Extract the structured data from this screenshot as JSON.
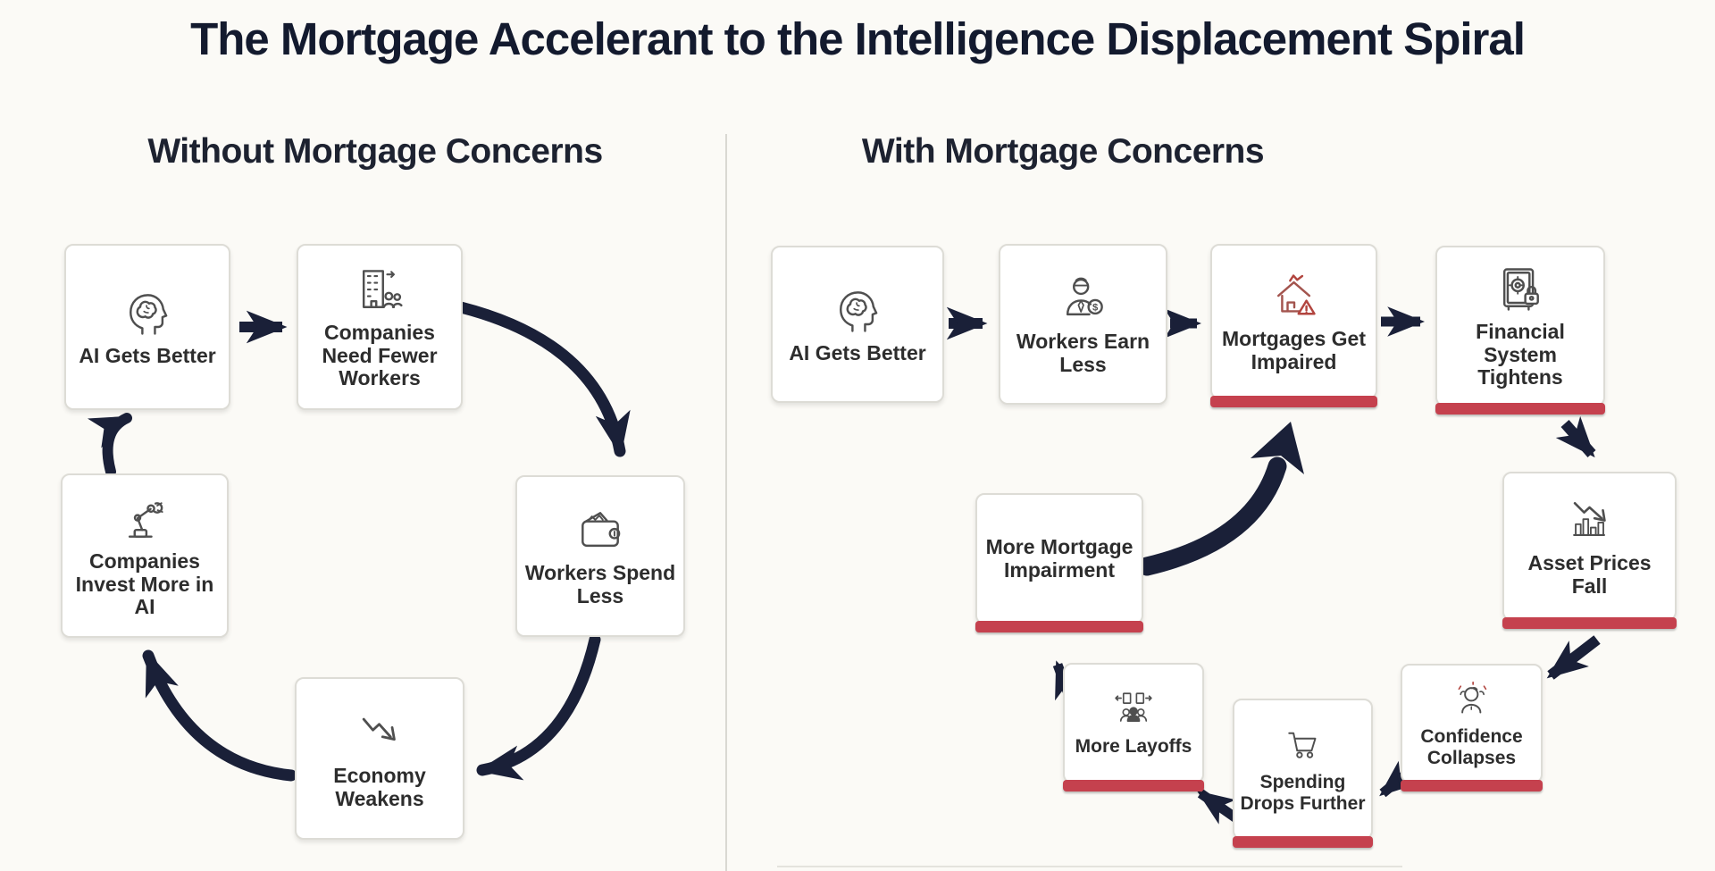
{
  "title": "The Mortgage Accelerant to the Intelligence Displacement Spiral",
  "left_panel": {
    "heading": "Without Mortgage Concerns",
    "nodes": [
      {
        "label": "AI Gets Better",
        "icon": "ai-brain-head-icon"
      },
      {
        "label": "Companies Need Fewer Workers",
        "icon": "company-building-icon"
      },
      {
        "label": "Workers Spend Less",
        "icon": "wallet-icon"
      },
      {
        "label": "Economy Weakens",
        "icon": "declining-arrow-icon"
      },
      {
        "label": "Companies Invest More in AI",
        "icon": "robot-arm-icon"
      }
    ]
  },
  "right_panel": {
    "heading": "With Mortgage Concerns",
    "nodes": [
      {
        "label": "AI Gets Better",
        "icon": "ai-brain-head-icon",
        "impaired": false
      },
      {
        "label": "Workers Earn Less",
        "icon": "worker-coin-icon",
        "impaired": false
      },
      {
        "label": "Mortgages Get Impaired",
        "icon": "damaged-house-icon",
        "impaired": true
      },
      {
        "label": "Financial System Tightens",
        "icon": "locked-vault-icon",
        "impaired": true
      },
      {
        "label": "Asset Prices Fall",
        "icon": "falling-chart-icon",
        "impaired": true
      },
      {
        "label": "Confidence Collapses",
        "icon": "stressed-person-icon",
        "impaired": true
      },
      {
        "label": "Spending Drops Further",
        "icon": "shopping-cart-icon",
        "impaired": true
      },
      {
        "label": "More Layoffs",
        "icon": "people-exit-icon",
        "impaired": true
      },
      {
        "label": "More Mortgage Impairment",
        "icon": null,
        "impaired": true
      }
    ]
  },
  "colors": {
    "arrow": "#1a2038",
    "impaired_bar": "#c5414e",
    "icon_stroke": "#4f4f4f",
    "impaired_icon": "#a3544e",
    "background": "#fbfaf6",
    "title_text": "#131a2e"
  }
}
